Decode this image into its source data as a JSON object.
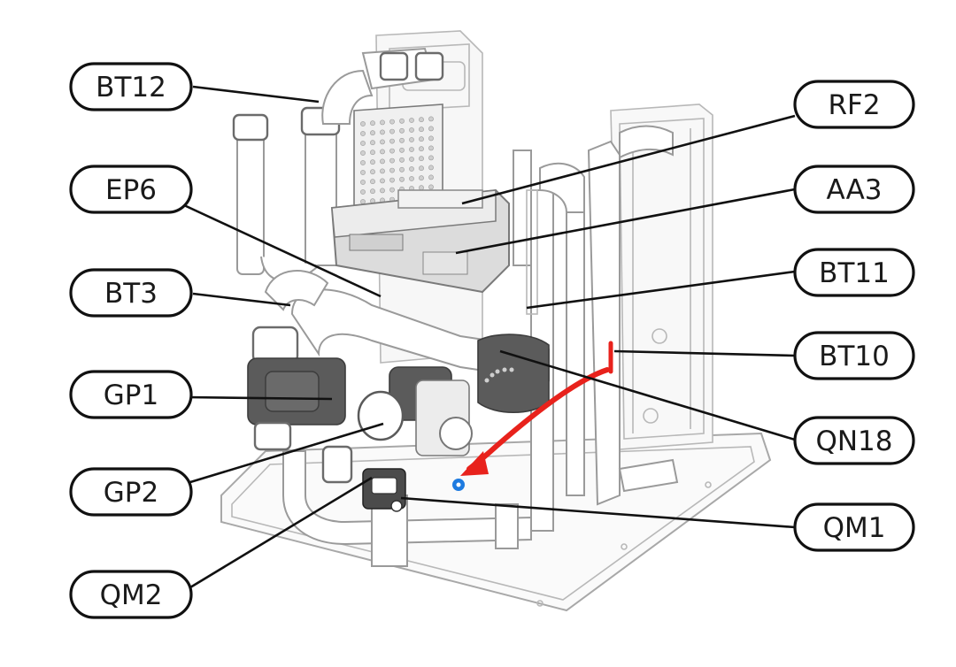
{
  "labels": {
    "bt12": "BT12",
    "ep6": "EP6",
    "bt3": "BT3",
    "gp1": "GP1",
    "gp2": "GP2",
    "qm2": "QM2",
    "rf2": "RF2",
    "aa3": "AA3",
    "bt11": "BT11",
    "bt10": "BT10",
    "qn18": "QN18",
    "qm1": "QM1"
  },
  "colors": {
    "annotation_arrow": "#e8221c",
    "marker_dot": "#1e7be0",
    "label_outline": "#111111"
  }
}
